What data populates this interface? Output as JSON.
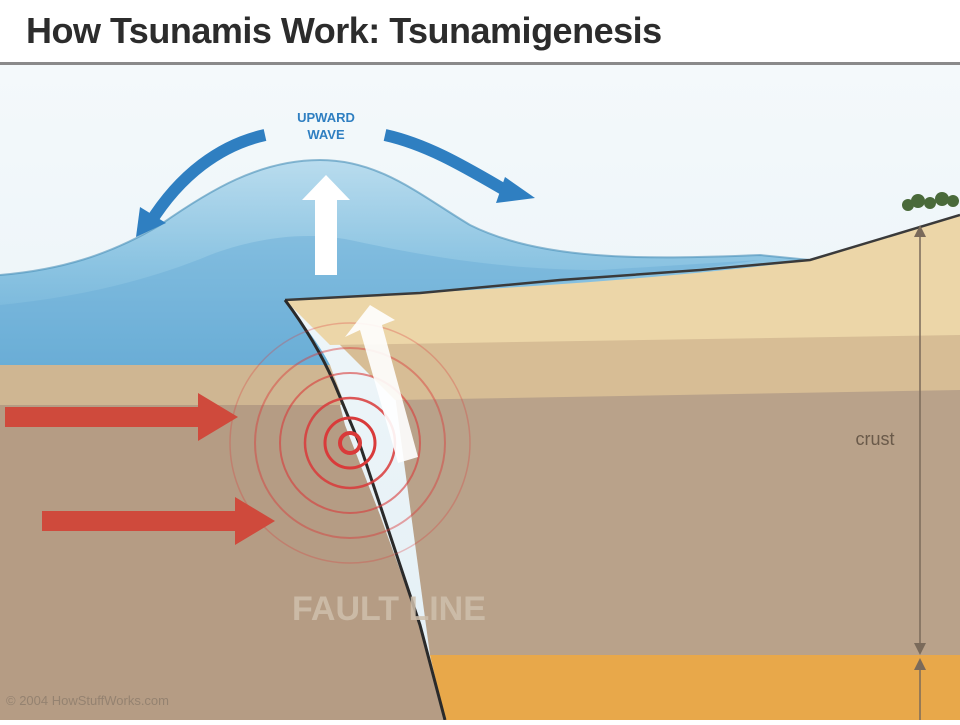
{
  "title": "How Tsunamis Work: Tsunamigenesis",
  "labels": {
    "upward_wave_line1": "UPWARD",
    "upward_wave_line2": "WAVE",
    "crust": "crust",
    "fault_line": "FAULT LINE",
    "credit": "© 2004 HowStuffWorks.com"
  },
  "colors": {
    "sky": "#eaf3f7",
    "water_light": "#a9d4ea",
    "water_mid": "#79b8dc",
    "wave_arrow": "#2f7fc1",
    "sand": "#ecd6a8",
    "crust_upper": "#d6c09a",
    "crust_lower": "#b9a28a",
    "mantle": "#e8a84a",
    "push_arrow": "#cf4a3c",
    "quake_ring": "#d93a3a"
  },
  "icons": [
    "upward-wave-arrow",
    "push-arrow",
    "earthquake-rings",
    "uplift-arrow",
    "tree-icon"
  ]
}
